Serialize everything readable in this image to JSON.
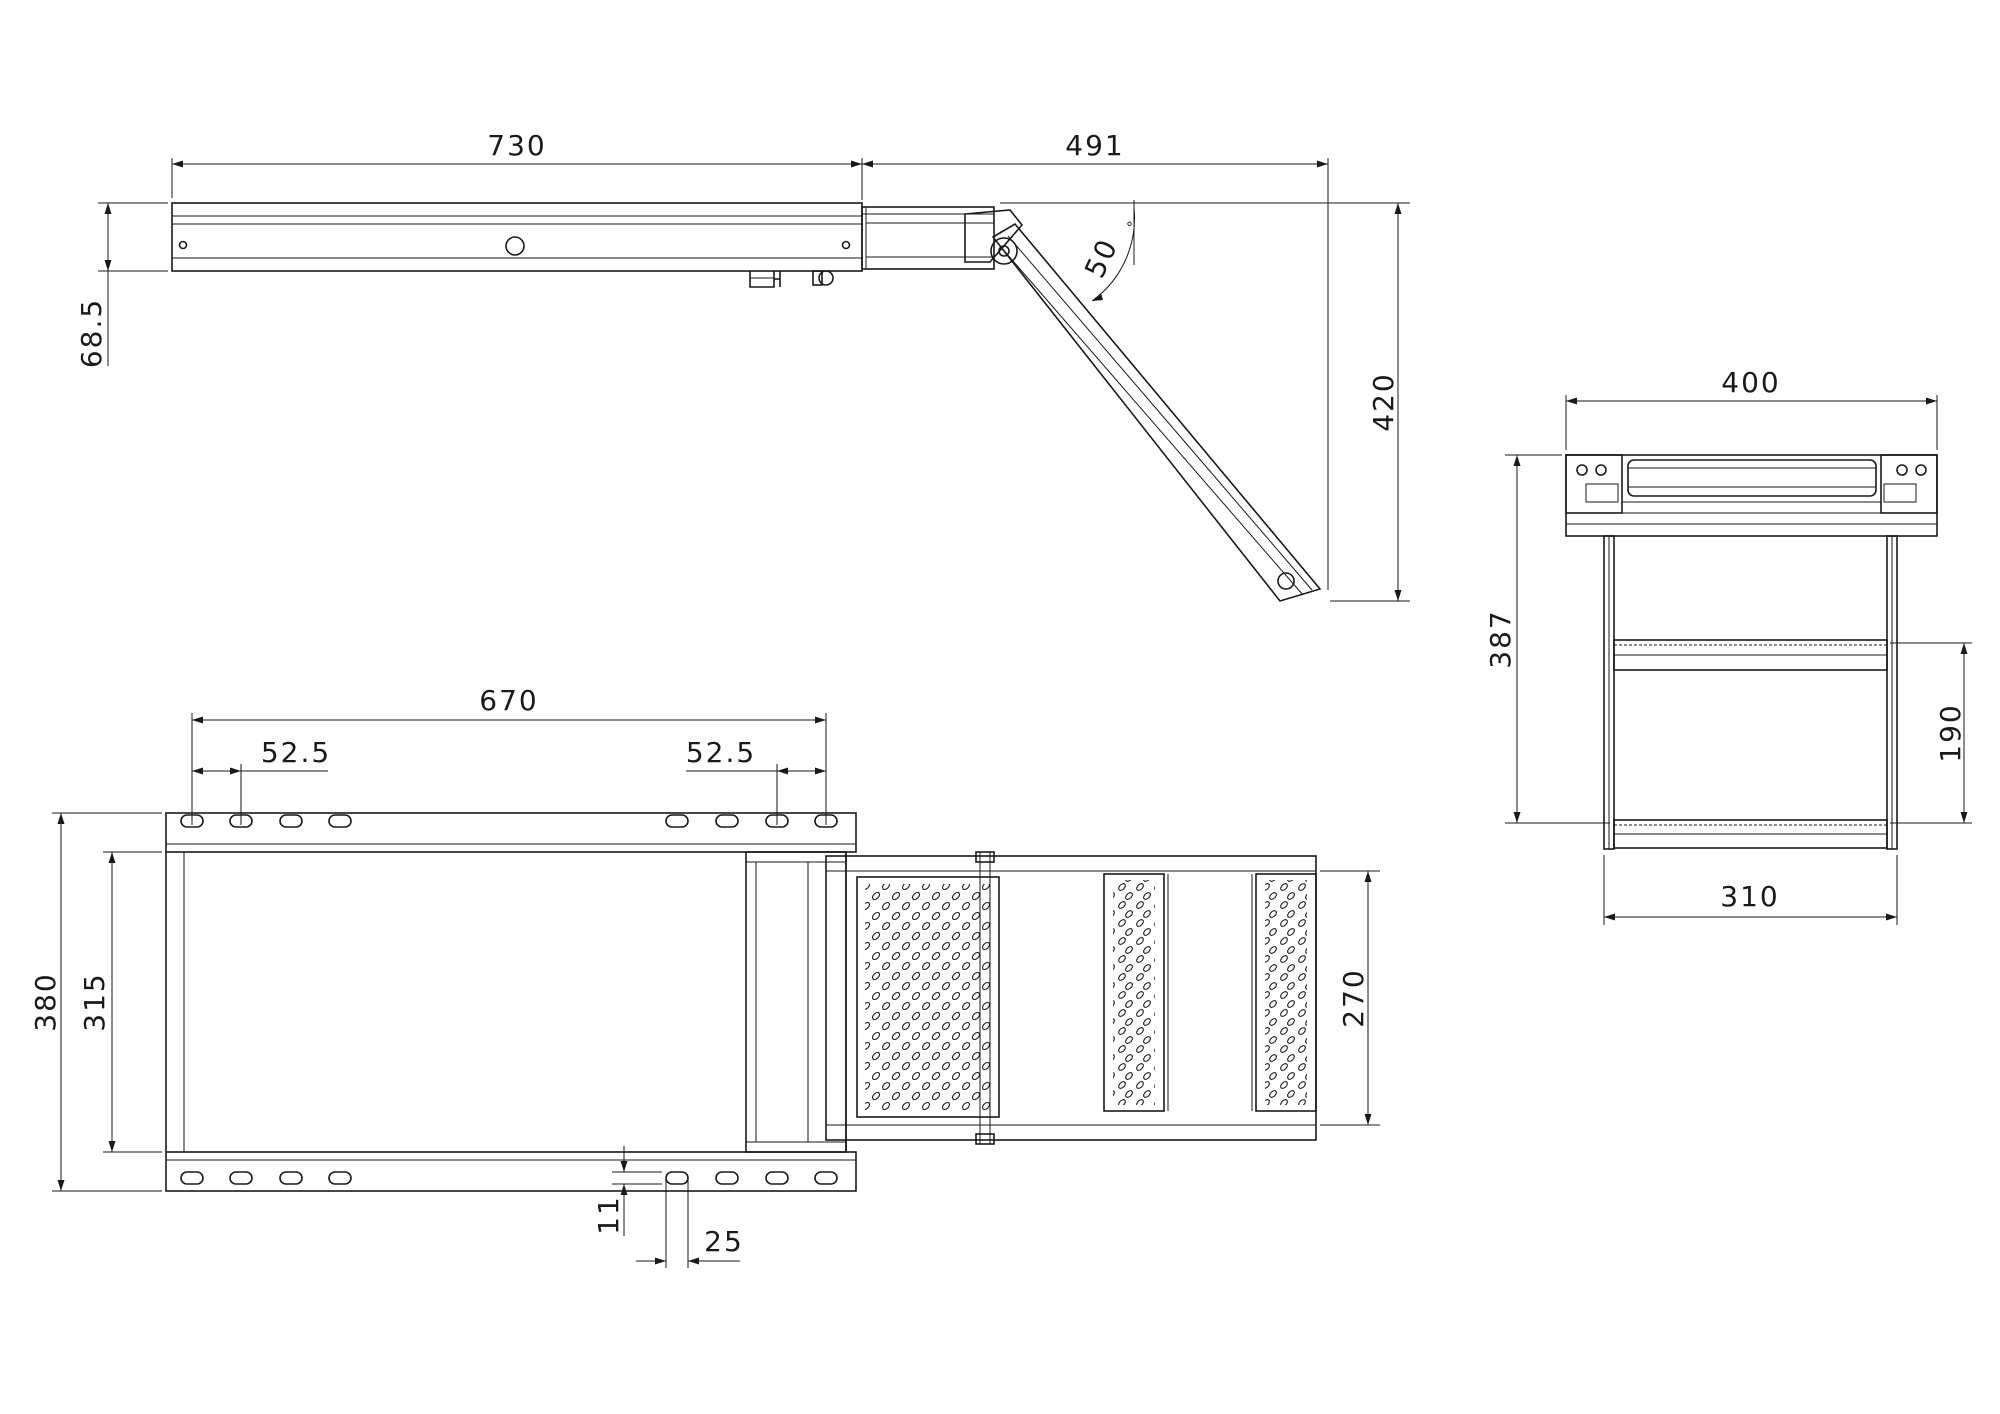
{
  "side_view": {
    "dim_length": "730",
    "dim_extension": "491",
    "dim_profile_height": "68.5",
    "dim_total_height": "420",
    "dim_angle": "50",
    "angle_unit": "°"
  },
  "front_view": {
    "dim_top_width": "400",
    "dim_bottom_width": "310",
    "dim_height": "387",
    "dim_step_spacing": "190"
  },
  "top_view": {
    "dim_frame_length": "670",
    "dim_slot_offset_left": "52.5",
    "dim_slot_offset_right": "52.5",
    "dim_outer_width": "380",
    "dim_inner_width": "315",
    "dim_step_width": "270",
    "dim_slot_height": "11",
    "dim_slot_length": "25"
  }
}
